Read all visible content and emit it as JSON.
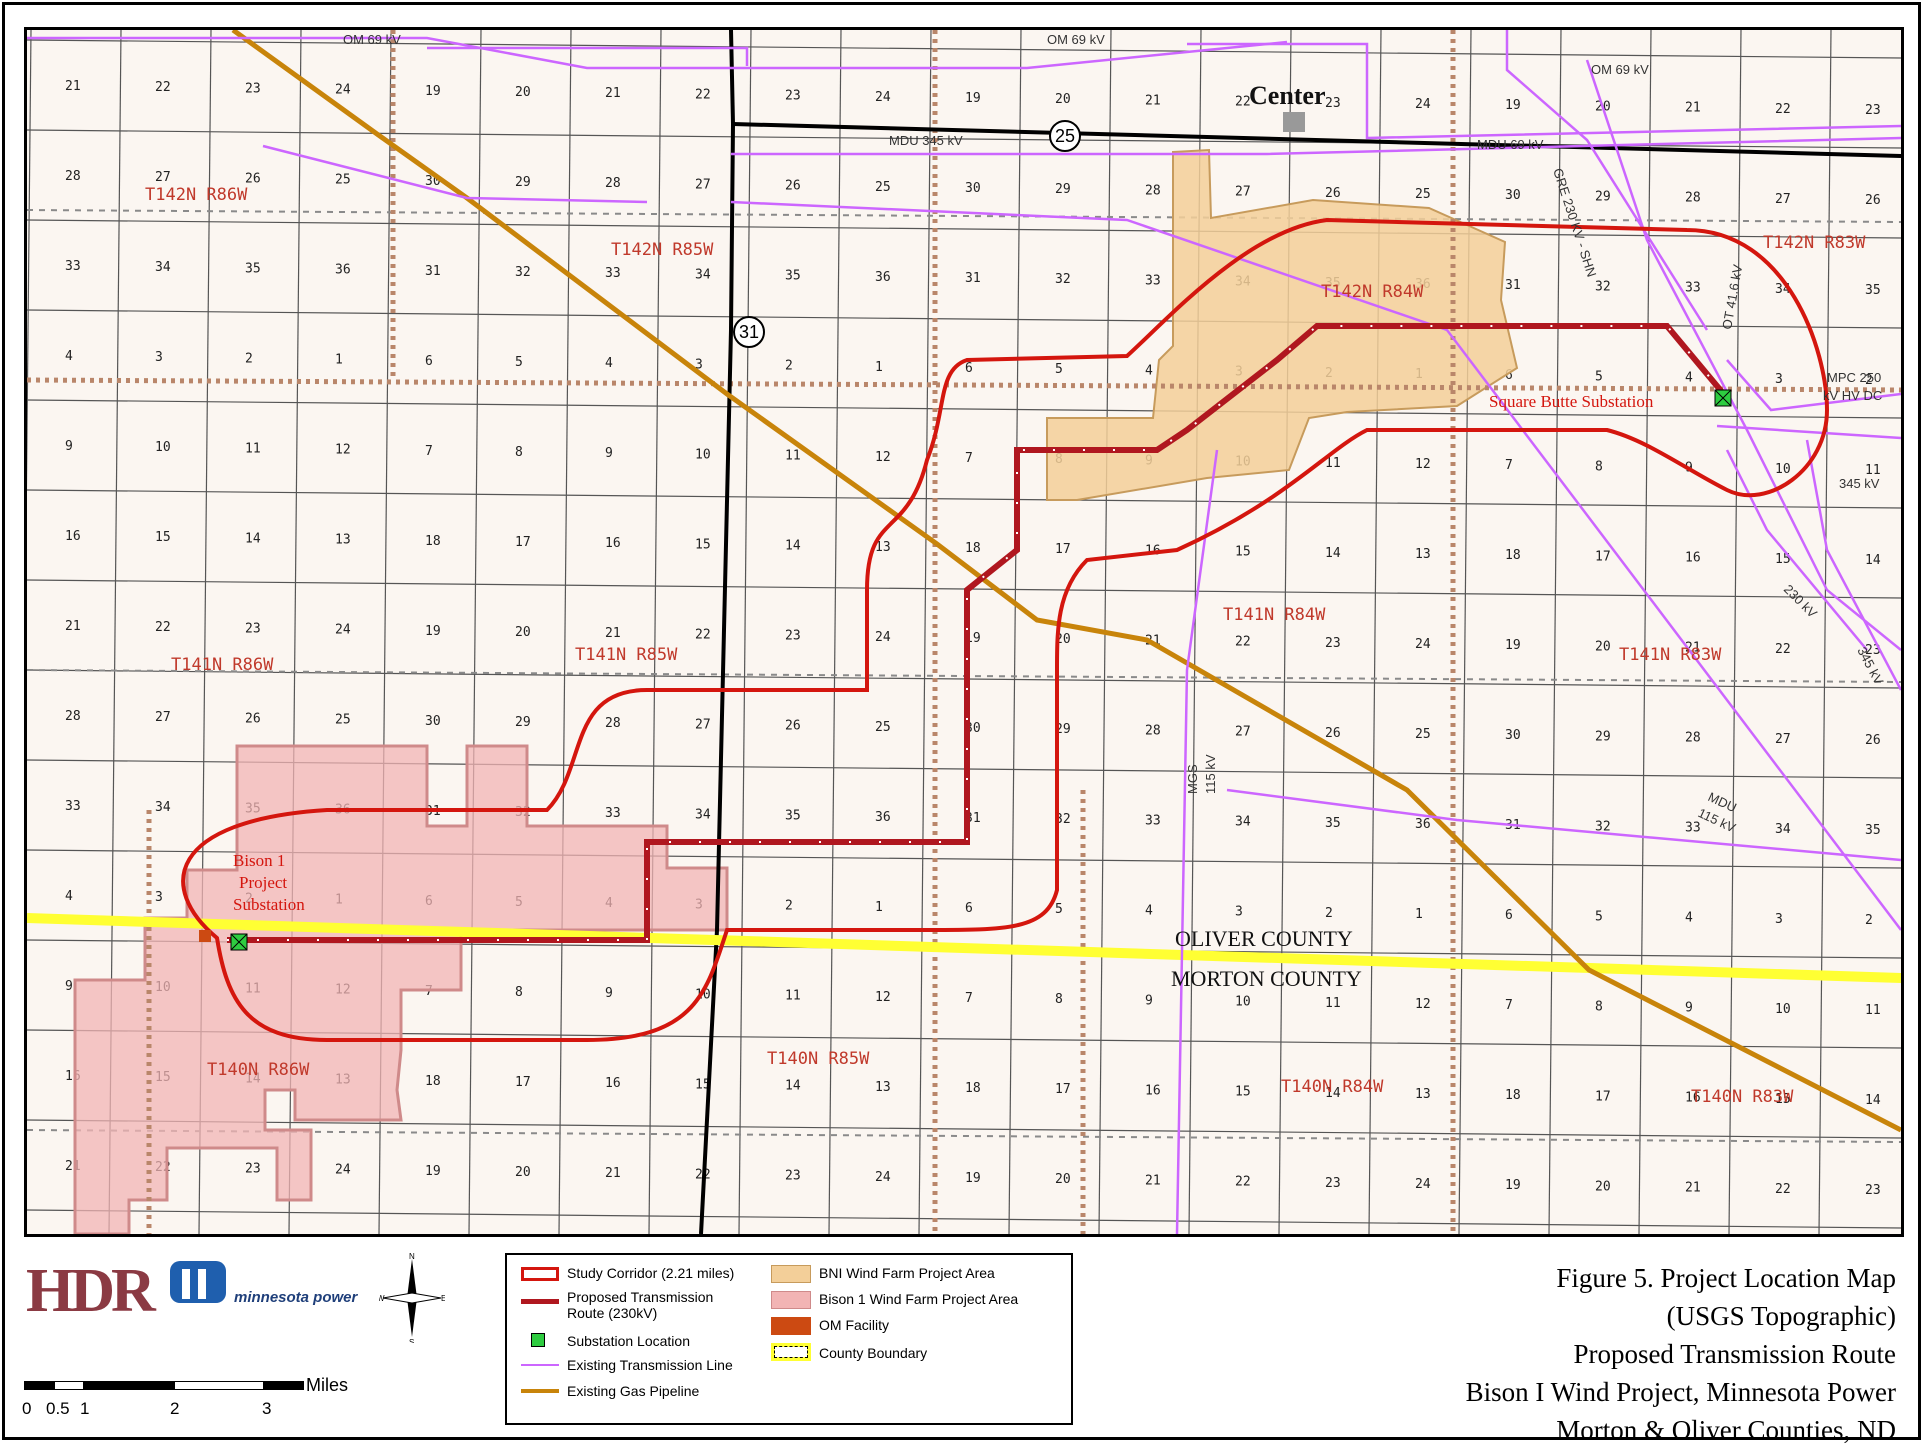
{
  "map": {
    "town": "Center",
    "counties": {
      "north": "OLIVER COUNTY",
      "south": "MORTON COUNTY"
    },
    "substations": {
      "square_butte": "Square Butte Substation",
      "bison_line1": "Bison 1",
      "bison_line2": "Project",
      "bison_line3": "Substation"
    },
    "townships": [
      "T142N R86W",
      "T142N R85W",
      "T142N R84W",
      "T142N R83W",
      "T141N R86W",
      "T141N R85W",
      "T141N R84W",
      "T141N R83W",
      "T140N R86W",
      "T140N R85W",
      "T140N R84W",
      "T140N R83W"
    ],
    "highways": [
      "25",
      "31"
    ],
    "line_labels": [
      "OM 69 kV",
      "OM 69 kV",
      "OM 69 kV",
      "MDU 345 kV",
      "MDU 69 kV",
      "GRE 230 KV - SHN",
      "OT 41.6 kV",
      "MPC 250",
      "kV HV DC",
      "345 kV",
      "230 kV",
      "345 kV",
      "MGS",
      "115 kV",
      "MDU",
      "115 kV"
    ]
  },
  "legend": {
    "items": [
      "Study Corridor (2.21 miles)",
      "Proposed Transmission",
      "Route (230kV)",
      "Substation Location",
      "Existing Transmission Line",
      "Existing Gas Pipeline",
      "BNI Wind Farm Project Area",
      "Bison 1 Wind Farm Project Area",
      "OM Facility",
      "County Boundary"
    ],
    "colors": {
      "corridor": "#d4160e",
      "route": "#b0171f",
      "substation": "#2ecc40",
      "transmission": "#cc66ff",
      "pipeline": "#c8840a",
      "bni": "#f3cf99",
      "bison": "#f2b4b4",
      "om": "#cc4a12",
      "county": "#ffff33"
    }
  },
  "scale": {
    "labels": [
      "0",
      "0.5",
      "1",
      "2",
      "3"
    ],
    "unit": "Miles"
  },
  "logos": {
    "hdr": "HDR",
    "mp": "minnesota power"
  },
  "compass": {
    "n": "N",
    "s": "S",
    "e": "E",
    "w": "W"
  },
  "figure": {
    "line1": "Figure 5. Project Location Map",
    "line2": "(USGS Topographic)",
    "line3": "Proposed Transmission Route",
    "line4": "Bison I Wind Project, Minnesota Power",
    "line5": "Morton & Oliver Counties, ND"
  }
}
